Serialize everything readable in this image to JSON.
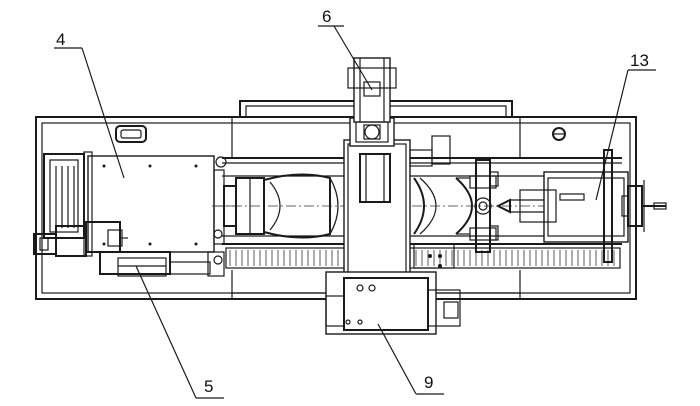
{
  "callouts": [
    {
      "label": "4"
    },
    {
      "label": "5"
    },
    {
      "label": "6"
    },
    {
      "label": "9"
    },
    {
      "label": "13"
    }
  ],
  "colors": {
    "line": "#1a1a1a",
    "background": "#ffffff"
  }
}
